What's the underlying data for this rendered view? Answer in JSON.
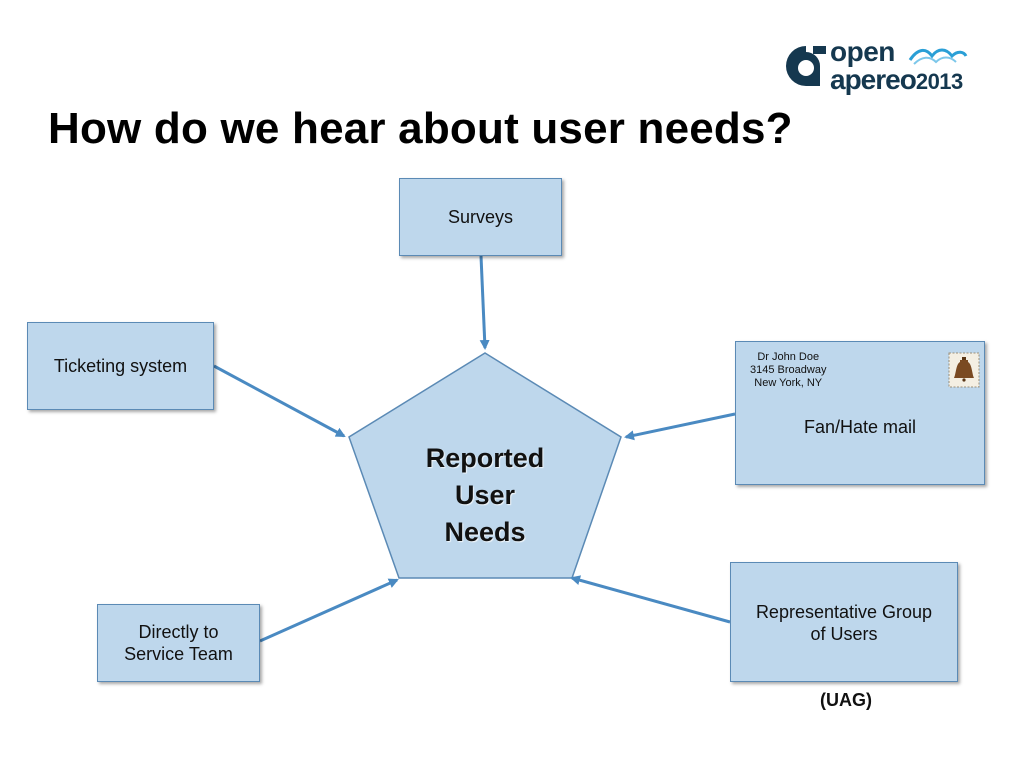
{
  "slide": {
    "title": "How do we hear about user needs?"
  },
  "logo": {
    "line1": "open",
    "line2": "apereo",
    "year": "2013"
  },
  "diagram": {
    "center": {
      "lines": [
        "Reported",
        "User",
        "Needs"
      ]
    },
    "sources": {
      "surveys": "Surveys",
      "ticketing": "Ticketing system",
      "directly": [
        "Directly to",
        "Service Team"
      ],
      "fanmail": {
        "label": "Fan/Hate mail",
        "address": [
          "Dr John Doe",
          "3145 Broadway",
          "New York, NY"
        ]
      },
      "representative": {
        "lines": [
          "Representative Group",
          "of Users"
        ],
        "abbreviation": "(UAG)"
      }
    }
  },
  "colors": {
    "box_fill": "#bed7ec",
    "box_border": "#5b8ab5",
    "arrow": "#4a8ac2",
    "logo_text": "#15384f"
  }
}
